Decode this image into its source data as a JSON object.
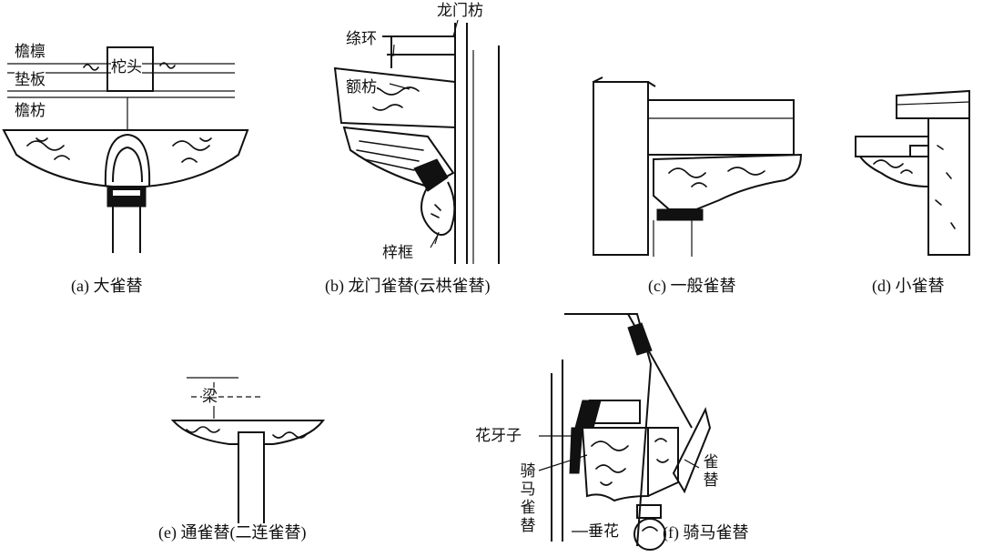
{
  "figures": {
    "a": {
      "caption": "(a) 大雀替",
      "labels": {
        "purlin": "檐檩",
        "pad_board": "垫板",
        "beam": "檐枋",
        "tuotou": "柁头"
      }
    },
    "b": {
      "caption": "(b) 龙门雀替(云栱雀替)",
      "labels": {
        "longmen_fang": "龙门枋",
        "yuanhuan": "绦环",
        "e_fang": "额枋",
        "zikuang": "梓框"
      }
    },
    "c": {
      "caption": "(c) 一般雀替"
    },
    "d": {
      "caption": "(d) 小雀替"
    },
    "e": {
      "caption": "(e) 通雀替(二连雀替)",
      "labels": {
        "liang": "梁"
      }
    },
    "f": {
      "caption": "(f) 骑马雀替",
      "labels": {
        "huayazi": "花牙子",
        "qima_queti": "骑马雀替",
        "chuihua": "垂花",
        "queti": "雀替"
      }
    }
  }
}
